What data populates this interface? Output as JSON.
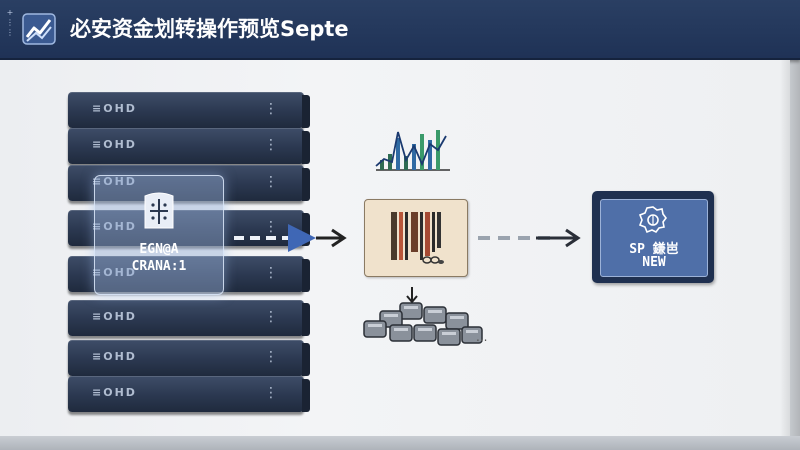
{
  "window": {
    "title": "必安资金划转操作预览Septe",
    "logo_icon": "chart-logo-icon",
    "edge_marks": "+ ⋮ ⋮"
  },
  "rack": {
    "unit_label": "≡OHD",
    "unit_dots": "⋮",
    "units": 8
  },
  "source_panel": {
    "icon": "grid-document-icon",
    "line1": "EGN@A",
    "line2": "CRANA:1"
  },
  "processing": {
    "icon": "barcode-ledger-icon",
    "chart_icon": "bar-line-chart-icon",
    "storage_icon": "storage-cluster-icon",
    "more": "..."
  },
  "target": {
    "icon": "gear-icon",
    "line1": "SP 鎌岜",
    "line2": "NEW"
  },
  "colors": {
    "titlebar": "#23375b",
    "accent_blue": "#4f6fa8",
    "rack": "#2b3850",
    "card": "#f0e2cc"
  }
}
